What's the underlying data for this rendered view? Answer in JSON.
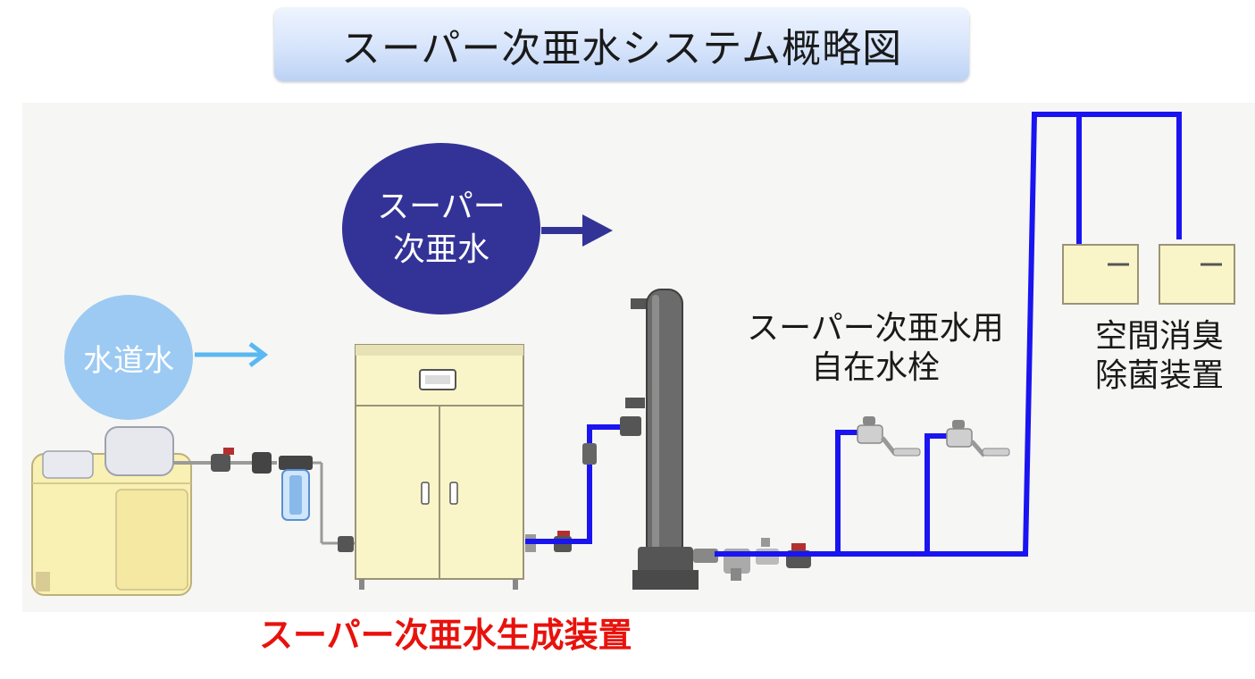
{
  "title": "スーパー次亜水システム概略図",
  "bubbles": {
    "tap_water": "水道水",
    "super_line1": "スーパー",
    "super_line2": "次亜水"
  },
  "labels": {
    "faucet_line1": "スーパー次亜水用",
    "faucet_line2": "自在水栓",
    "deodorizer_line1": "空間消臭",
    "deodorizer_line2": "除菌装置",
    "generator": "スーパー次亜水生成装置"
  },
  "colors": {
    "pipe_blue": "#1a14f0",
    "tap_bubble": "#9ccaf2",
    "super_bubble": "#333397",
    "tap_arrow": "#5ab8f2",
    "super_arrow": "#333397",
    "generator_label": "#e8120c",
    "equipment_cream": "#f9f5c8",
    "column_gray": "#6b6b6b"
  }
}
